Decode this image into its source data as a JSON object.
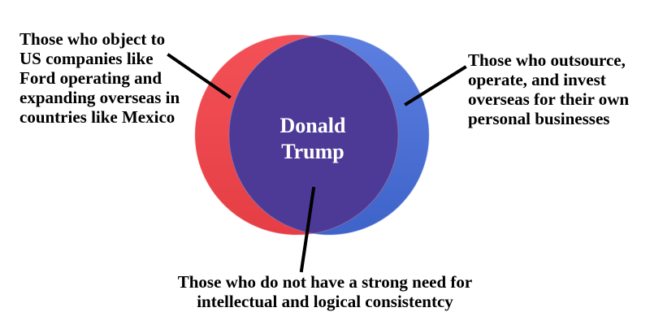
{
  "center_label": {
    "lines": [
      "Donald",
      "Trump"
    ]
  },
  "left_label": {
    "lines": [
      "Those who object to",
      "US companies like",
      "Ford operating and",
      "expanding overseas in",
      "countries like Mexico"
    ]
  },
  "right_label": {
    "lines": [
      "Those who outsource,",
      "operate, and invest",
      "overseas for their own",
      "personal businesses"
    ]
  },
  "bottom_label": {
    "lines": [
      "Those who do not have a strong need for",
      "intellectual and logical consistentcy"
    ]
  },
  "colors": {
    "left_circle": "#f0474d",
    "right_circle": "#4f73d8",
    "overlap": "#4c3a96",
    "leader_lines": "#000000",
    "background": "#ffffff"
  }
}
